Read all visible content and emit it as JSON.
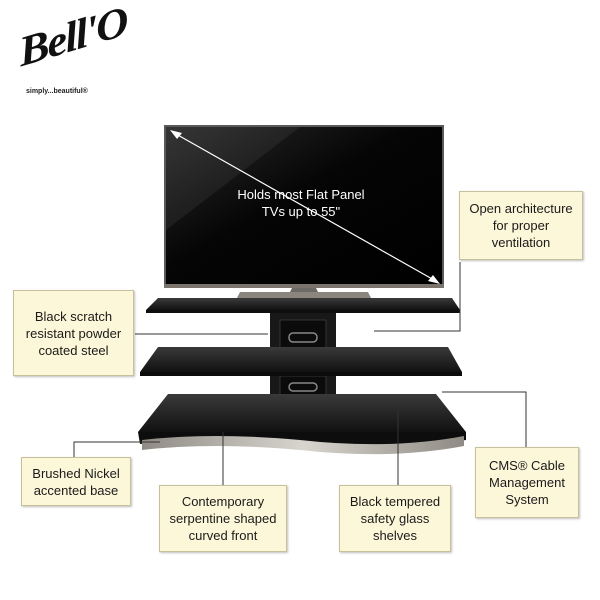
{
  "brand": {
    "logo_text": "Bell'O",
    "tagline": "simply...beautiful®"
  },
  "tv": {
    "label": "Holds most Flat Panel TVs up to 55\""
  },
  "callouts": {
    "ventilation": "Open architecture for proper ventilation",
    "steel": "Black scratch resistant powder coated steel",
    "base": "Brushed Nickel accented base",
    "front": "Contemporary serpentine shaped curved front",
    "glass": "Black tempered safety glass shelves",
    "cms": "CMS® Cable Management System"
  },
  "colors": {
    "callout_bg": "#fdf7d9",
    "glass": "#1b1b1b",
    "nickel": "#b9b6ae"
  }
}
